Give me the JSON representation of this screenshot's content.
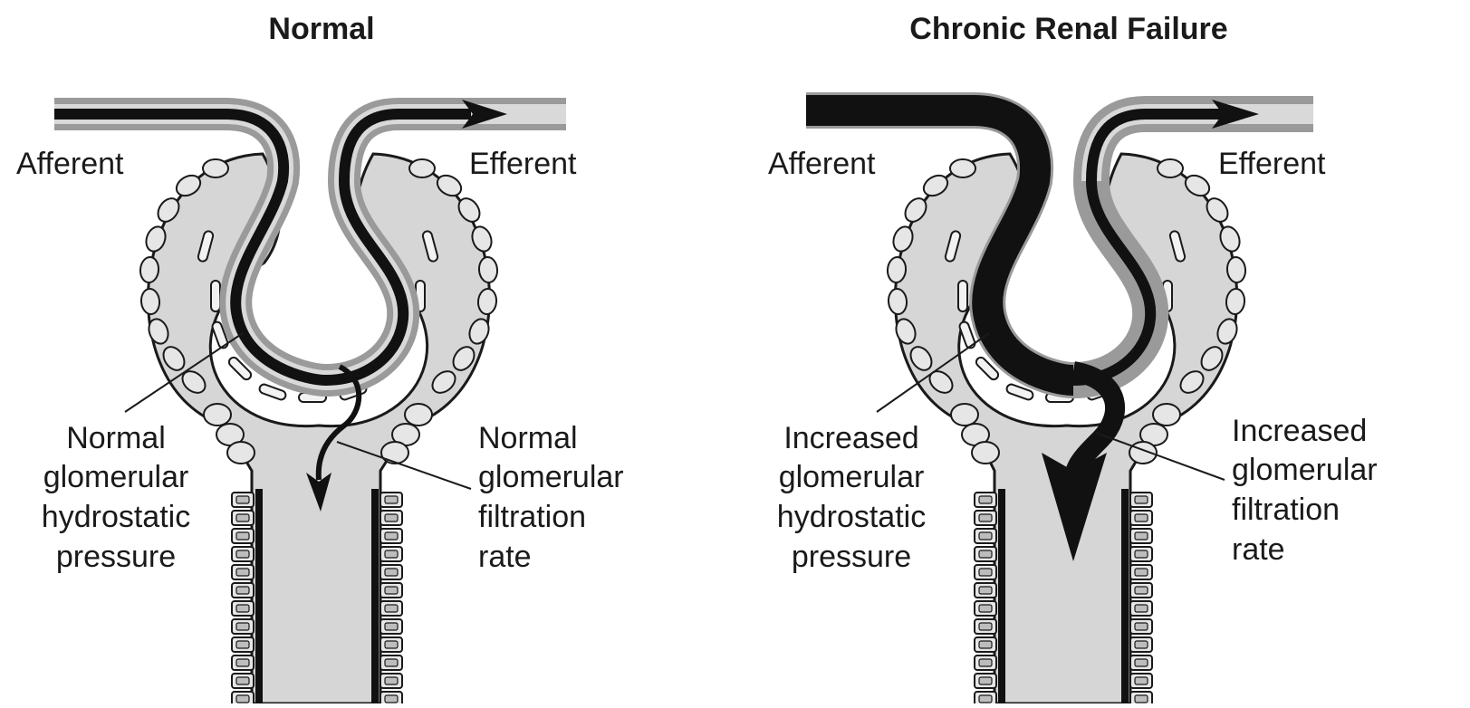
{
  "panels": [
    {
      "title": "Normal",
      "afferent_label": "Afferent",
      "efferent_label": "Efferent",
      "pressure_label_lines": [
        "Normal",
        "glomerular",
        "hydrostatic",
        "pressure"
      ],
      "gfr_label_lines": [
        "Normal",
        "glomerular",
        "filtration",
        "rate"
      ]
    },
    {
      "title": "Chronic Renal Failure",
      "afferent_label": "Afferent",
      "efferent_label": "Efferent",
      "pressure_label_lines": [
        "Increased",
        "glomerular",
        "hydrostatic",
        "pressure"
      ],
      "gfr_label_lines": [
        "Increased",
        "glomerular",
        "filtration",
        "rate"
      ]
    }
  ],
  "colors": {
    "background": "#ffffff",
    "capsule_fill": "#d6d6d6",
    "vessel_gray": "#9a9a9a",
    "flow": "#111111",
    "cell_fill": "#e6e6e6",
    "outline": "#1a1a1a"
  }
}
